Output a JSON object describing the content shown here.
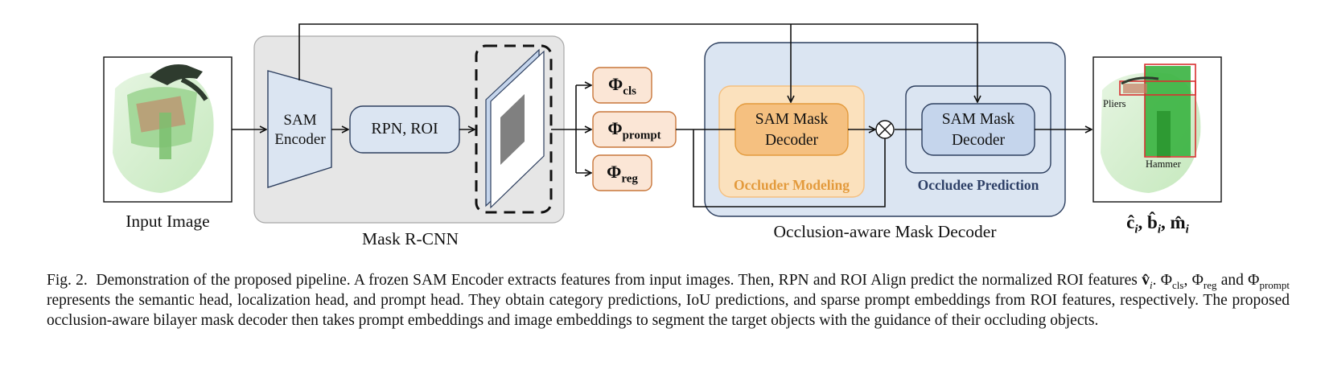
{
  "input": {
    "label": "Input Image"
  },
  "mask_rcnn": {
    "label": "Mask R-CNN",
    "encoder_line1": "SAM",
    "encoder_line2": "Encoder",
    "rpn_label": "RPN, ROI"
  },
  "heads": {
    "phi": "Φ",
    "cls": "cls",
    "prompt": "prompt",
    "reg": "reg"
  },
  "decoder": {
    "label": "Occlusion-aware Mask Decoder",
    "occluder": {
      "line1": "SAM Mask",
      "line2": "Decoder",
      "caption": "Occluder Modeling"
    },
    "occludee": {
      "line1": "SAM Mask",
      "line2": "Decoder",
      "caption": "Occludee Prediction"
    }
  },
  "output": {
    "tag_pliers": "Pliers",
    "tag_hammer": "Hammer",
    "sym_c": "ĉ",
    "sym_b": "b̂",
    "sym_m": "m̂",
    "sub_i": "i",
    "sep": ","
  },
  "caption": {
    "fig": "Fig. 2.",
    "p1": "Demonstration of the proposed pipeline. A frozen SAM Encoder extracts features from input images. Then, RPN and ROI Align predict the normalized ROI features",
    "v": "v̂",
    "sub_i": "i",
    "p2": ". Φ",
    "sub_cls": "cls",
    "p3": ", Φ",
    "sub_reg": "reg",
    "p4": " and Φ",
    "sub_prompt": "prompt",
    "p5": " represents the semantic head, localization head, and prompt head. They obtain category predictions, IoU predictions, and sparse prompt embeddings from ROI features, respectively. The proposed occlusion-aware bilayer mask decoder then takes prompt embeddings and image embeddings to segment the target objects with the guidance of their occluding objects."
  },
  "colors": {
    "mask_rcnn_bg": "#e6e6e6",
    "decoder_bg": "#dbe5f2",
    "occluder_orange": "#f5c080",
    "occluder_text": "#e39a3c",
    "occludee_blue": "#c5d5ec",
    "occludee_text": "#2d3f66",
    "head_fill": "#fbe6d6",
    "head_border": "#c8763a"
  }
}
